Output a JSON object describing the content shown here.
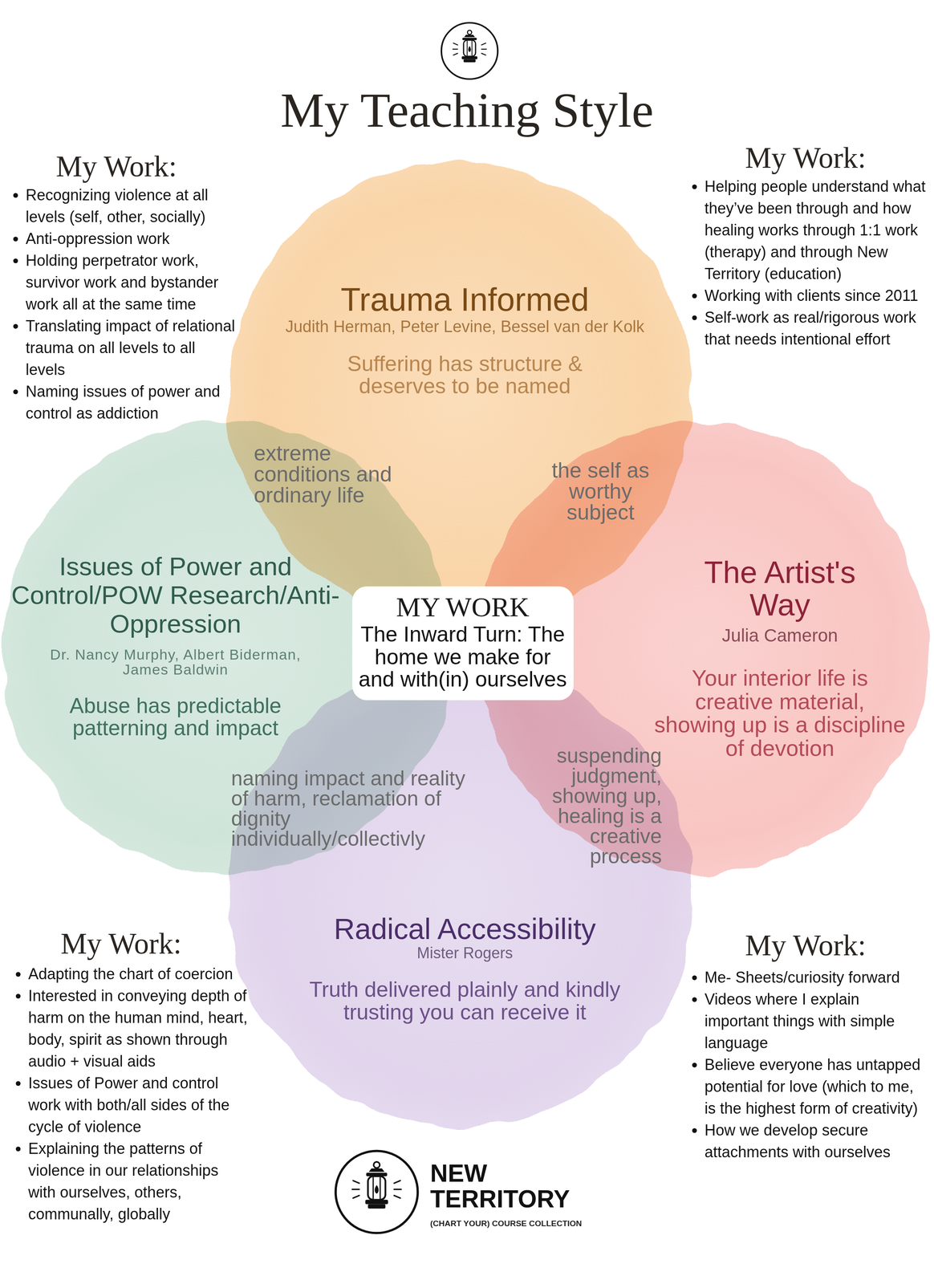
{
  "diagram": {
    "title": "My Teaching Style",
    "nodes": [
      {
        "text": [
          "Trauma Informed",
          "Judith Herman, Peter Levine, Bessel van der Kolk",
          "Suffering has structure & deserves to be named"
        ]
      },
      {
        "text": [
          "Issues of Power and Control/POW Research/Anti-Oppression",
          "Dr. Nancy Murphy, Albert Biderman, James Baldwin",
          "Abuse has predictable patterning and impact"
        ]
      },
      {
        "text": [
          "MY WORK",
          "The Inward Turn: The home we make for and with(in) ourselves"
        ]
      },
      {
        "text": [
          "The Artist's Way",
          "Julia Cameron",
          "Your interior life is creative material, showing up is a discipline of devotion"
        ]
      },
      {
        "text": [
          "Radical Accessibility",
          "Mister Rogers",
          "Truth delivered plainly and kindly trusting you can receive it"
        ]
      }
    ],
    "labels": [
      "My Work:",
      "Recognizing violence at all levels (self, other, socially)",
      "Anti-oppression work",
      "Holding perpetrator work, survivor work and bystander work all at the same time",
      "Translating impact of relational trauma on all levels to all levels",
      "Naming issues of power and control as addiction",
      "My Work:",
      "Helping people understand what they’ve been through and how healing works through 1:1 work (therapy) and through New Territory (education)",
      "Working with clients since 2011",
      "Self-work as real/rigorous work that needs intentional effort",
      "extreme conditions and ordinary life",
      "the self as worthy subject",
      "naming impact and reality of harm, reclamation of dignity individually/collectivly",
      "suspending judgment, showing up, healing is a creative process",
      "My Work:",
      "Adapting the chart of coercion",
      "Interested in conveying depth of harm on the human mind, heart, body, spirit as shown through audio + visual aids",
      "Issues of Power and control work with both/all sides of the cycle of violence",
      "Explaining the patterns of violence in our relationships with ourselves, others, communally, globally",
      "My Work:",
      "Me- Sheets/curiosity forward",
      "Videos where I explain important things with simple language",
      "Believe everyone has untapped potential for love (which to me, is the highest form of creativity)",
      "How we develop secure attachments with ourselves",
      "NEW TERRITORY",
      "(CHART YOUR) COURSE COLLECTION"
    ]
  }
}
